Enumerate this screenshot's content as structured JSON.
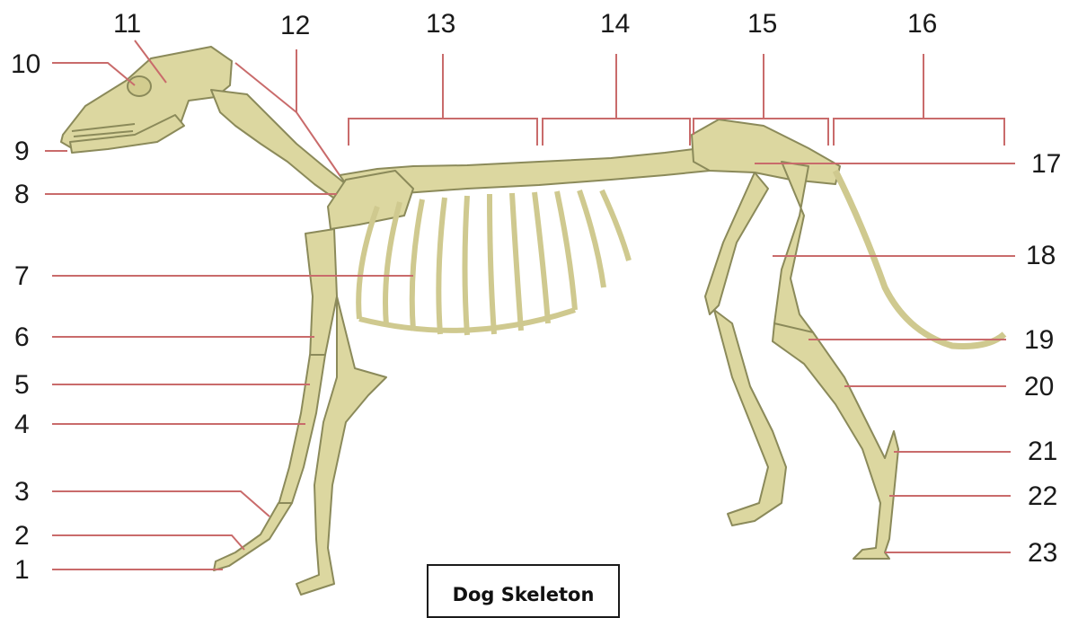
{
  "title": "Dog  Skeleton",
  "colors": {
    "bone": "#dcd7a0",
    "bone_stroke": "#8b8a5a",
    "leader": "#c96b6b",
    "bracket": "#c96b6b",
    "text": "#1a1a1a"
  },
  "labels_left": [
    "10",
    "9",
    "8",
    "7",
    "6",
    "5",
    "4",
    "3",
    "2",
    "1"
  ],
  "labels_top": [
    "11",
    "12",
    "13",
    "14",
    "15",
    "16"
  ],
  "labels_right": [
    "17",
    "18",
    "19",
    "20",
    "21",
    "22",
    "23"
  ]
}
